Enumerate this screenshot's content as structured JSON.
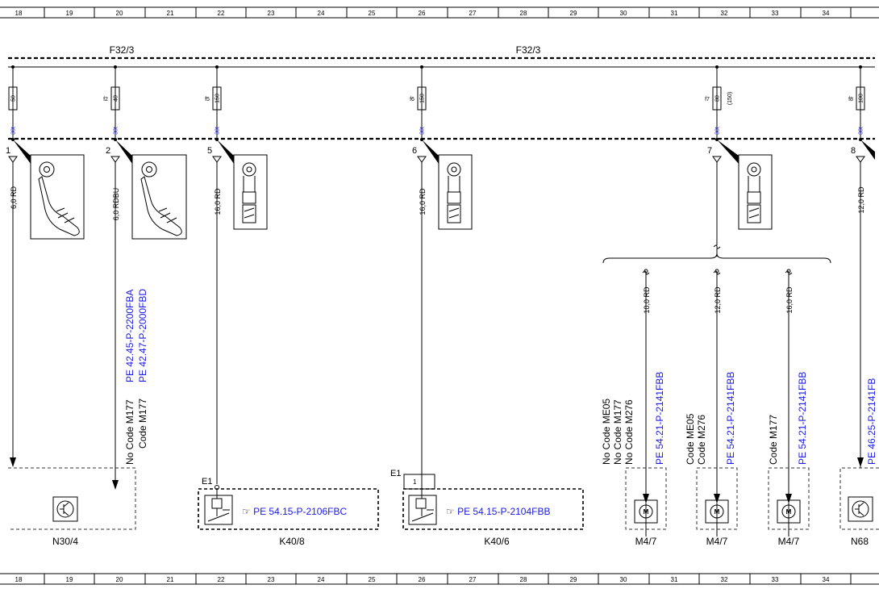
{
  "ruler": {
    "top_numbers": [
      "18",
      "19",
      "20",
      "21",
      "22",
      "23",
      "24",
      "25",
      "26",
      "27",
      "28",
      "29",
      "30",
      "31",
      "32",
      "33",
      "34"
    ],
    "bottom_numbers": [
      "18",
      "19",
      "20",
      "21",
      "22",
      "23",
      "24",
      "25",
      "26",
      "27",
      "28",
      "29",
      "30",
      "31",
      "32",
      "33",
      "34"
    ]
  },
  "bus": {
    "left_label": "F32/3",
    "right_label": "F32/3"
  },
  "fuses": [
    {
      "id": "",
      "rating": "50",
      "pin": "30t",
      "node": "1",
      "wire": "6,0 RD"
    },
    {
      "id": "f2",
      "rating": "40",
      "pin": "30t",
      "node": "2",
      "wire": "6,0 RDBU"
    },
    {
      "id": "f5",
      "rating": "150",
      "pin": "30t",
      "node": "5",
      "wire": "16,0 RD"
    },
    {
      "id": "f6",
      "rating": "150",
      "pin": "30t",
      "node": "6",
      "wire": "16,0 RD"
    },
    {
      "id": "f7",
      "rating": "80",
      "extra": "(150)",
      "pin": "30t",
      "node": "7",
      "wire": ""
    },
    {
      "id": "f8",
      "rating": "100",
      "pin": "30t",
      "node": "8",
      "wire": "12,0 RD"
    }
  ],
  "branches": [
    {
      "wire": "10,0 RD",
      "code": [
        "No Code ME05",
        "No Code M177",
        "No Code M276"
      ],
      "ref": "PE 54.21-P-2141FBB",
      "component": "M4/7"
    },
    {
      "wire": "12,0 RD",
      "code": [
        "Code ME05",
        "Code M276"
      ],
      "ref": "PE 54.21-P-2141FBB",
      "component": "M4/7"
    },
    {
      "wire": "16,0 RD",
      "code": [
        "Code M177"
      ],
      "ref": "PE 54.21-P-2141FBB",
      "component": "M4/7"
    }
  ],
  "n30": {
    "codes": [
      "No Code M177",
      "Code M177"
    ],
    "refs": [
      "PE 42.45-P-2200FBA",
      "PE 42.47-P-2000FBD"
    ],
    "component": "N30/4"
  },
  "k408": {
    "terminal": "E1",
    "ref": "PE 54.15-P-2106FBC",
    "component": "K40/8"
  },
  "k406": {
    "terminal": "E1",
    "pin": "1",
    "ref": "PE 54.15-P-2104FBB",
    "component": "K40/6"
  },
  "n68": {
    "component": "N68",
    "ref_partial": "PE 46.25-P-2141FB"
  },
  "icons": [
    "hand-pointer-icon",
    "motor-icon",
    "transistor-icon",
    "relay-icon",
    "ring-terminal-icon",
    "ground-arrow-icon"
  ]
}
